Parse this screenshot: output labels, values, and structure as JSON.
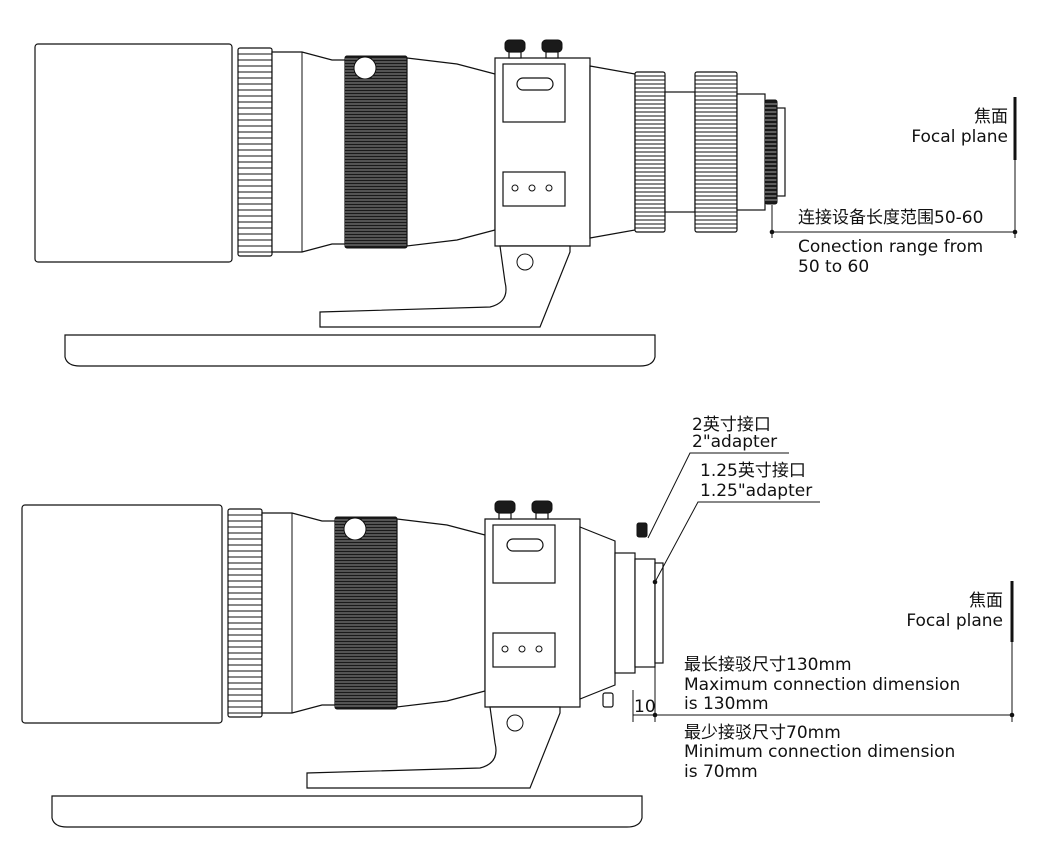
{
  "top_diagram": {
    "focal_plane_cn": "焦面",
    "focal_plane_en": "Focal plane",
    "range_cn": "连接设备长度范围50-60",
    "range_en_line1": "Conection range from",
    "range_en_line2": "50 to 60"
  },
  "bottom_diagram": {
    "adapter2_cn": "2英寸接口",
    "adapter2_en": "2\"adapter",
    "adapter125_cn": "1.25英寸接口",
    "adapter125_en": "1.25\"adapter",
    "focal_plane_cn": "焦面",
    "focal_plane_en": "Focal plane",
    "offset_label": "10",
    "max_cn": "最长接驳尺寸130mm",
    "max_en_line1": "Maximum connection dimension",
    "max_en_line2": "is 130mm",
    "min_cn": "最少接驳尺寸70mm",
    "min_en_line1": "Minimum connection dimension",
    "min_en_line2": "is 70mm"
  },
  "colors": {
    "line": "#111111",
    "background": "#ffffff"
  }
}
